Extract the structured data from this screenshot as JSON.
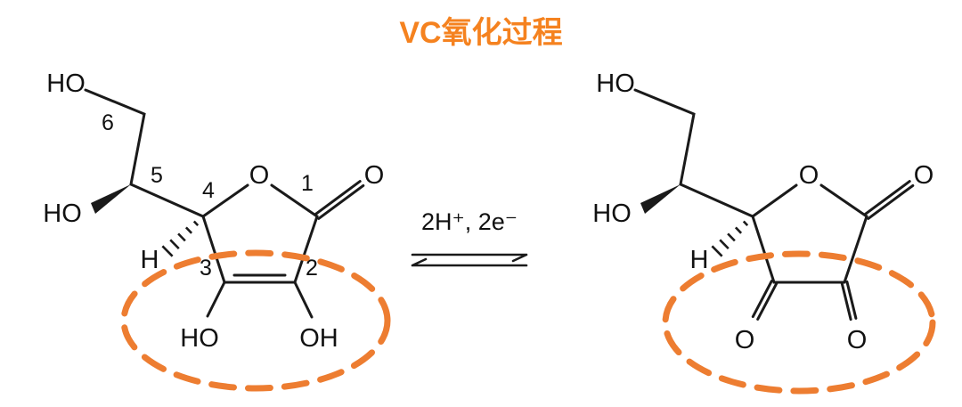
{
  "title": "VC氧化过程",
  "colors": {
    "title_orange": "#F5821F",
    "ellipse_orange": "#ED7D31",
    "bond_black": "#1a1a1a"
  },
  "reaction": {
    "condition": "2H⁺, 2e⁻"
  },
  "left_molecule": {
    "labels": {
      "ho_top": "HO",
      "c6": "6",
      "c5": "5",
      "ho_left": "HO",
      "c4": "4",
      "ring_o": "O",
      "c1": "1",
      "carbonyl_o": "O",
      "h": "H",
      "c3": "3",
      "c2": "2",
      "ho_bottom": "HO",
      "oh_bottom": "OH"
    }
  },
  "right_molecule": {
    "labels": {
      "ho_top": "HO",
      "ho_left": "HO",
      "ring_o": "O",
      "carbonyl_o": "O",
      "h": "H",
      "o_bottom_left": "O",
      "o_bottom_right": "O"
    }
  }
}
